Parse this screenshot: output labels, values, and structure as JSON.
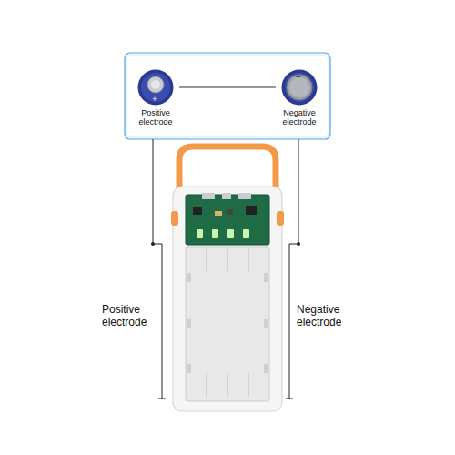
{
  "diagram": {
    "nodes": [
      {
        "text": [
          "Positive electrode"
        ]
      },
      {
        "text": [
          "Negative electrode"
        ]
      }
    ],
    "edges": [
      {
        "from": 0,
        "to": 1,
        "arrow": "none"
      }
    ],
    "labels": [
      "Positive electrode",
      "Negative electrode",
      "+",
      "−"
    ]
  }
}
